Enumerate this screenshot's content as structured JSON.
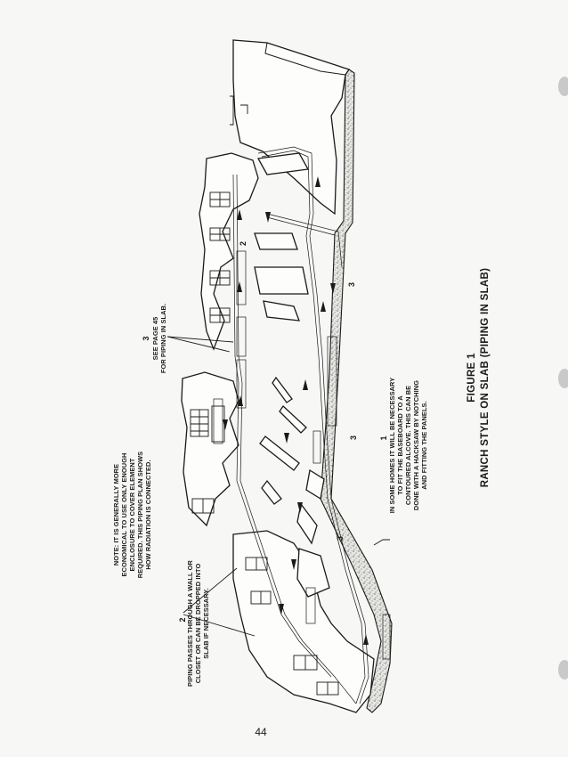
{
  "figure": {
    "number": "FIGURE 1",
    "title": "RANCH STYLE ON SLAB (PIPING IN SLAB)"
  },
  "note": [
    "NOTE: IT IS GENERALLY MORE",
    "ECONOMICAL TO USE ONLY ENOUGH",
    "ENCLOSURE TO COVER ELEMENT",
    "REQUIRED. THIS PIPING PLAN SHOWS",
    "HOW RADIATION IS CONNECTED."
  ],
  "callouts": [
    {
      "number": "1",
      "lines": [
        "IN SOME HOMES IT WILL BE NECESSARY",
        "TO FIT THE BASEBOARD TO A",
        "CONTOURED ALCOVE. THIS CAN BE",
        "DONE WITH A HACKSAW BY NOTCHING",
        "AND FITTING THE PANELS."
      ]
    },
    {
      "number": "2",
      "lines": [
        "PIPING PASSES THROUGH A WALL OR",
        "CLOSET OR CAN BE DROPPED INTO",
        "SLAB IF NECESSARY."
      ]
    },
    {
      "number": "3",
      "lines": [
        "SEE PAGE 45",
        "FOR PIPING IN SLAB."
      ]
    }
  ],
  "diagram_labels": [
    "2",
    "3",
    "3",
    "3"
  ],
  "page_number": "44",
  "colors": {
    "ink": "#1a1a1a",
    "paper": "#f7f7f5",
    "binder_holes": "#c9c9c9"
  }
}
